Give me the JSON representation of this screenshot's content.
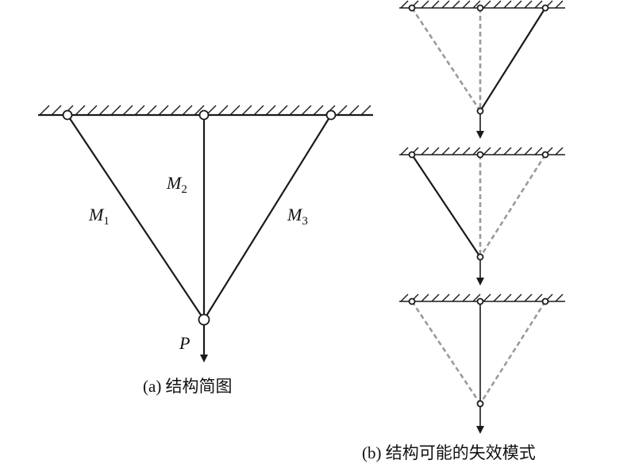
{
  "diagram_a": {
    "caption": "(a) 结构简图",
    "members": [
      {
        "letter": "M",
        "sub": "1"
      },
      {
        "letter": "M",
        "sub": "2"
      },
      {
        "letter": "M",
        "sub": "3"
      }
    ],
    "load_label": "P"
  },
  "diagram_b": {
    "caption": "(b) 结构可能的失效模式",
    "modes": [
      {
        "intact_member": "right"
      },
      {
        "intact_member": "left"
      },
      {
        "intact_member": "middle"
      }
    ]
  },
  "colors": {
    "line": "#1a1a1a",
    "failed_member": "#9a9a9a"
  }
}
